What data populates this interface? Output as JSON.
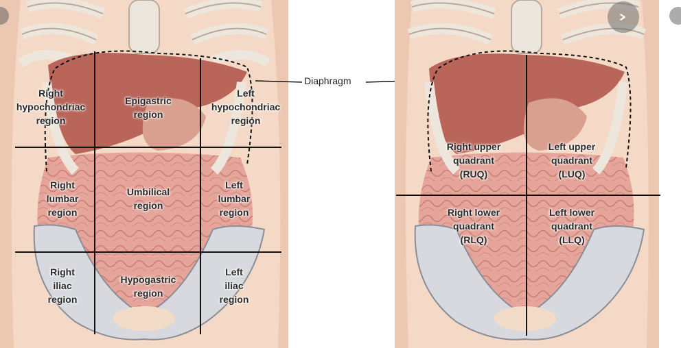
{
  "left_panel": {
    "regions": {
      "right_hypochondriac": [
        "Right",
        "hypochondriac",
        "region"
      ],
      "epigastric": [
        "Epigastric",
        "region"
      ],
      "left_hypochondriac": [
        "Left",
        "hypochondriac",
        "region"
      ],
      "right_lumbar": [
        "Right",
        "lumbar",
        "region"
      ],
      "umbilical": [
        "Umbilical",
        "region"
      ],
      "left_lumbar": [
        "Left",
        "lumbar",
        "region"
      ],
      "right_iliac": [
        "Right",
        "iliac",
        "region"
      ],
      "hypogastric": [
        "Hypogastric",
        "region"
      ],
      "left_iliac": [
        "Left",
        "iliac",
        "region"
      ]
    }
  },
  "diaphragm_label": "Diaphragm",
  "right_panel": {
    "quadrants": {
      "ruq": [
        "Right upper",
        "quadrant",
        "(RUQ)"
      ],
      "luq": [
        "Left upper",
        "quadrant",
        "(LUQ)"
      ],
      "rlq": [
        "Right lower",
        "quadrant",
        "(RLQ)"
      ],
      "llq": [
        "Left lower",
        "quadrant",
        "(LLQ)"
      ]
    }
  },
  "colors": {
    "skin": "#f4d9c6",
    "bone": "#ece6dc",
    "bone_outline": "#b8a998",
    "liver": "#b9655a",
    "intestine": "#e4a39a",
    "pelvis": "#d7d9df",
    "lines": "#111111"
  },
  "icons": {
    "nav_button": "chevron-right-icon"
  }
}
